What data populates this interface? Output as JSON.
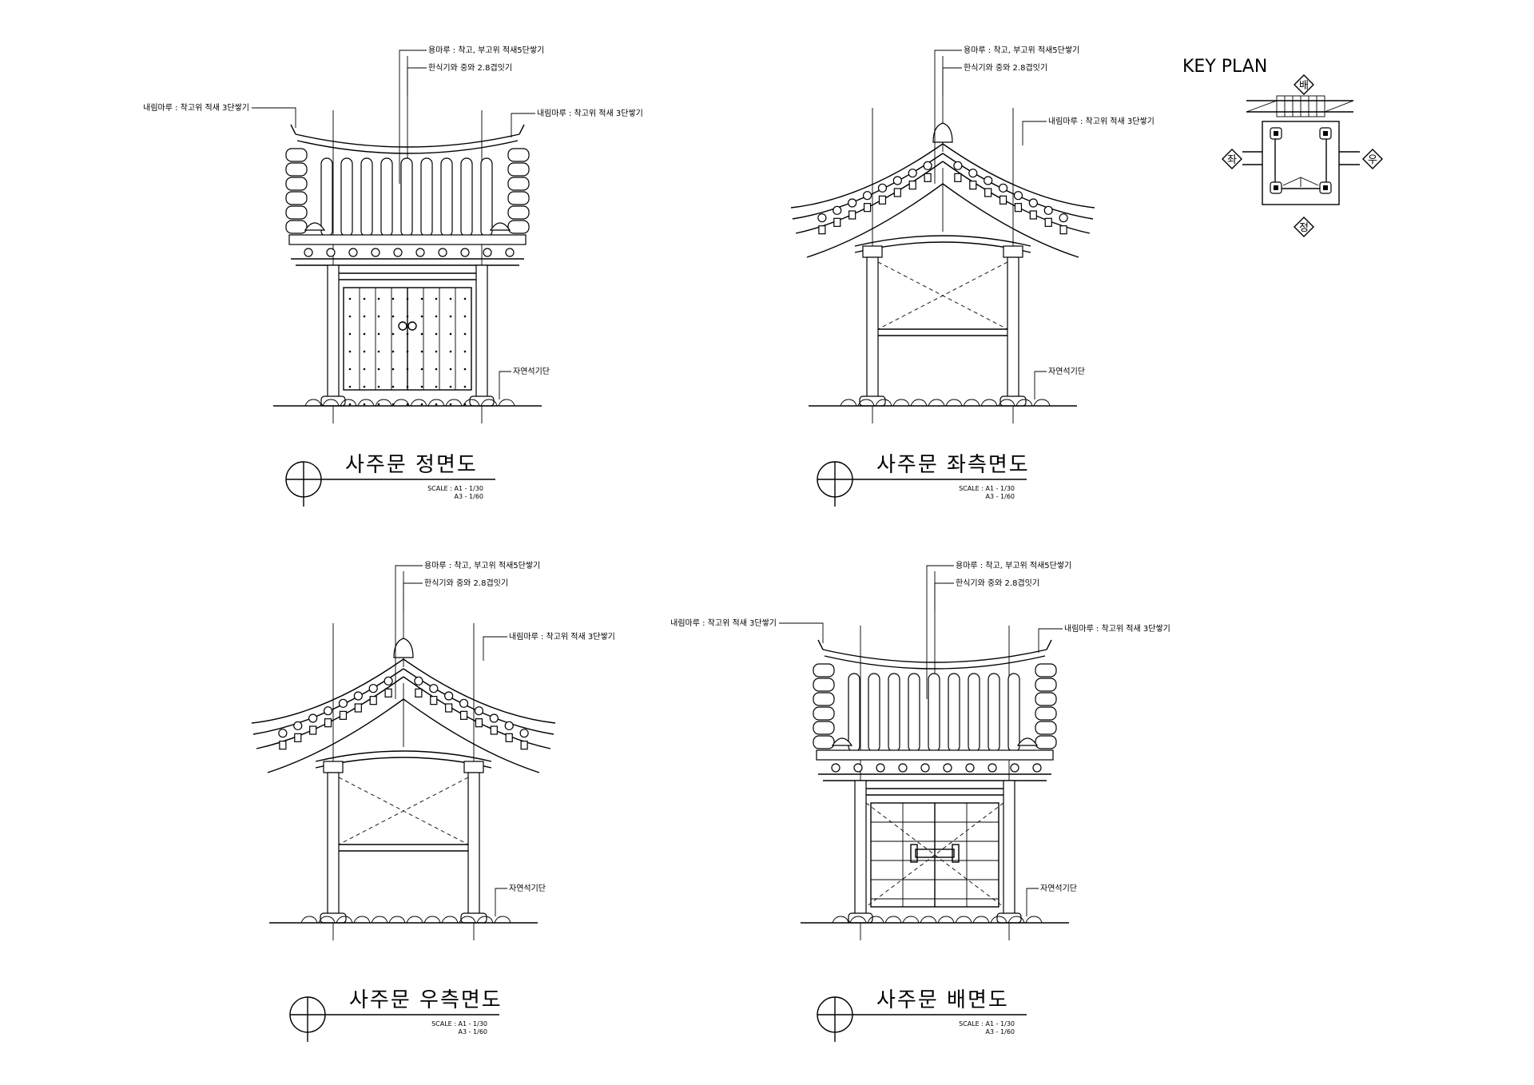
{
  "key_plan": {
    "title": "KEY PLAN",
    "labels": {
      "top": "배",
      "bottom": "정",
      "left": "좌",
      "right": "우"
    }
  },
  "drawings": [
    {
      "id": "front",
      "title": "사주문 정면도",
      "scale_a1": "SCALE : A1 - 1/30",
      "scale_a3": "A3 - 1/60",
      "notes": {
        "ridge": "용마루 : 착고, 부고위 적새5단쌓기",
        "tile": "한식기와 중와 2.8겹잇기",
        "hip_left": "내림마루 : 착고위 적새 3단쌓기",
        "hip_right": "내림마루 : 착고위 적새 3단쌓기",
        "base": "자연석기단"
      }
    },
    {
      "id": "left",
      "title": "사주문 좌측면도",
      "scale_a1": "SCALE : A1 - 1/30",
      "scale_a3": "A3 - 1/60",
      "notes": {
        "ridge": "용마루 : 착고, 부고위 적새5단쌓기",
        "tile": "한식기와 중와 2.8겹잇기",
        "hip_right": "내림마루 : 착고위 적새 3단쌓기",
        "base": "자연석기단"
      }
    },
    {
      "id": "right",
      "title": "사주문 우측면도",
      "scale_a1": "SCALE : A1 - 1/30",
      "scale_a3": "A3 - 1/60",
      "notes": {
        "ridge": "용마루 : 착고, 부고위 적새5단쌓기",
        "tile": "한식기와 중와 2.8겹잇기",
        "hip_right": "내림마루 : 착고위 적새 3단쌓기",
        "base": "자연석기단"
      }
    },
    {
      "id": "rear",
      "title": "사주문 배면도",
      "scale_a1": "SCALE : A1 - 1/30",
      "scale_a3": "A3 - 1/60",
      "notes": {
        "ridge": "용마루 : 착고, 부고위 적새5단쌓기",
        "tile": "한식기와 중와 2.8겹잇기",
        "hip_left": "내림마루 : 착고위 적새 3단쌓기",
        "hip_right": "내림마루 : 착고위 적새 3단쌓기",
        "base": "자연석기단"
      }
    }
  ]
}
